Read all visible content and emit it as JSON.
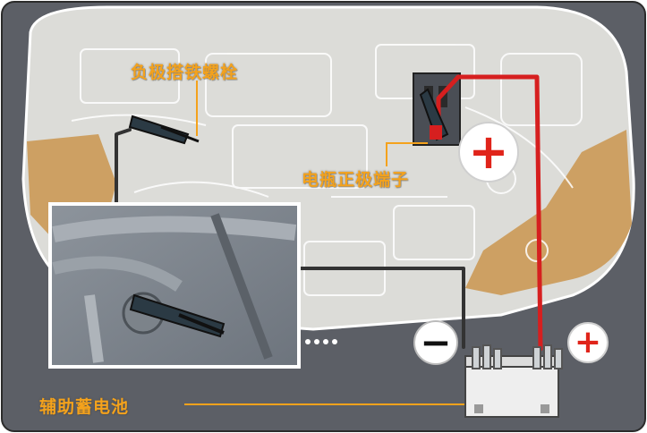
{
  "labels": {
    "negative_bolt": "负极搭铁螺栓",
    "battery_positive": "电瓶正极端子",
    "aux_battery": "辅助蓄电池"
  },
  "signs": {
    "plus_large": "+",
    "minus": "−",
    "plus_small": "+"
  },
  "colors": {
    "background": "#5c5f66",
    "hood": "#dcdcd8",
    "inset_frame": "#ffffff",
    "callout_text": "#f4a21c",
    "positive_cable": "#d61f1f",
    "negative_cable": "#333333",
    "fender_tan": "#cda063"
  }
}
